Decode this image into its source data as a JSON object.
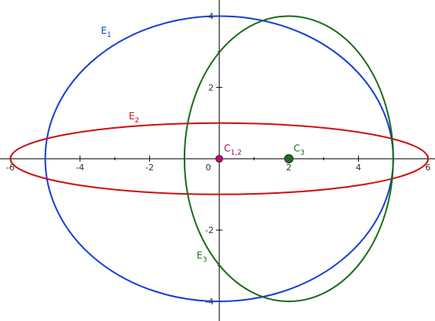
{
  "colors": {
    "e1": "#1a3fd6",
    "e2": "#cc1111",
    "e3": "#1a6e1a",
    "c12": "#cc0077",
    "c3": "#1f6b1f",
    "axis": "#000000",
    "label_c12": "#a0105a",
    "label_c3": "#1a6e1a"
  },
  "axes": {
    "x_min": -6.3,
    "x_max": 6.2,
    "y_min": -4.55,
    "y_max": 4.45,
    "x_ticks": [
      -6,
      -4,
      -2,
      0,
      2,
      4,
      6
    ],
    "x_tick_labels": [
      "-6",
      "-4",
      "-2",
      "0",
      "2",
      "4",
      "6"
    ],
    "y_ticks": [
      -4,
      -2,
      2,
      4
    ],
    "y_tick_labels": [
      "-4",
      "-2",
      "2",
      "4"
    ],
    "minor_x_ticks": [
      -5,
      -3,
      -1,
      1,
      3,
      5
    ],
    "minor_y_ticks": [
      -3,
      -1,
      1,
      3
    ]
  },
  "ellipses": [
    {
      "name": "E",
      "sub": "1",
      "cx": 0,
      "cy": 0,
      "a": 5,
      "b": 4,
      "color_key": "e1",
      "label_at": [
        -3.4,
        3.5
      ]
    },
    {
      "name": "E",
      "sub": "2",
      "cx": 0,
      "cy": 0,
      "a": 6,
      "b": 1,
      "color_key": "e2",
      "label_at": [
        -2.6,
        1.1
      ]
    },
    {
      "name": "E",
      "sub": "3",
      "cx": 2,
      "cy": 0,
      "a": 3,
      "b": 4,
      "color_key": "e3",
      "label_at": [
        -0.65,
        -2.8
      ]
    }
  ],
  "points": [
    {
      "name": "C",
      "sub": "1,2",
      "x": 0,
      "y": 0,
      "color_key": "c12",
      "label_color_key": "label_c12",
      "r": 4.5
    },
    {
      "name": "C",
      "sub": "3",
      "x": 2,
      "y": 0,
      "color_key": "c3",
      "label_color_key": "label_c3",
      "r": 5.5
    }
  ]
}
